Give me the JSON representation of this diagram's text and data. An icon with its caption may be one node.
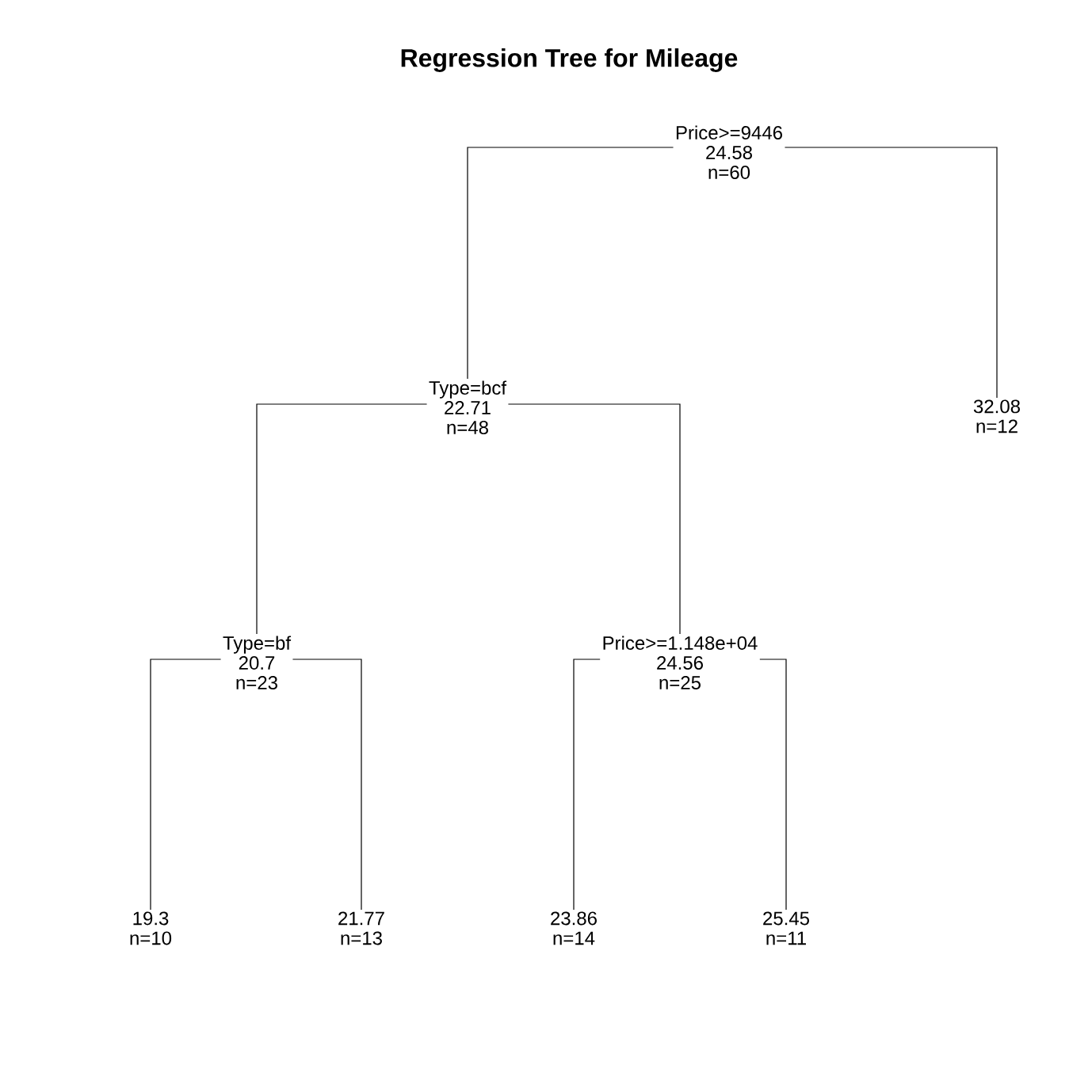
{
  "diagram": {
    "title": "Regression Tree for Mileage",
    "nodes": [
      {
        "text": [
          "Price>=9446",
          "24.58",
          "n=60"
        ]
      },
      {
        "text": [
          "Type=bcf",
          "22.71",
          "n=48"
        ]
      },
      {
        "text": [
          "32.08",
          "n=12"
        ]
      },
      {
        "text": [
          "Type=bf",
          "20.7",
          "n=23"
        ]
      },
      {
        "text": [
          "Price>=1.148e+04",
          "24.56",
          "n=25"
        ]
      },
      {
        "text": [
          "19.3",
          "n=10"
        ]
      },
      {
        "text": [
          "21.77",
          "n=13"
        ]
      },
      {
        "text": [
          "23.86",
          "n=14"
        ]
      },
      {
        "text": [
          "25.45",
          "n=11"
        ]
      }
    ],
    "edges": [
      {
        "from": 0,
        "to": 1,
        "arrow": "none"
      },
      {
        "from": 0,
        "to": 2,
        "arrow": "none"
      },
      {
        "from": 1,
        "to": 3,
        "arrow": "none"
      },
      {
        "from": 1,
        "to": 4,
        "arrow": "none"
      },
      {
        "from": 3,
        "to": 5,
        "arrow": "none"
      },
      {
        "from": 3,
        "to": 6,
        "arrow": "none"
      },
      {
        "from": 4,
        "to": 7,
        "arrow": "none"
      },
      {
        "from": 4,
        "to": 8,
        "arrow": "none"
      }
    ]
  }
}
